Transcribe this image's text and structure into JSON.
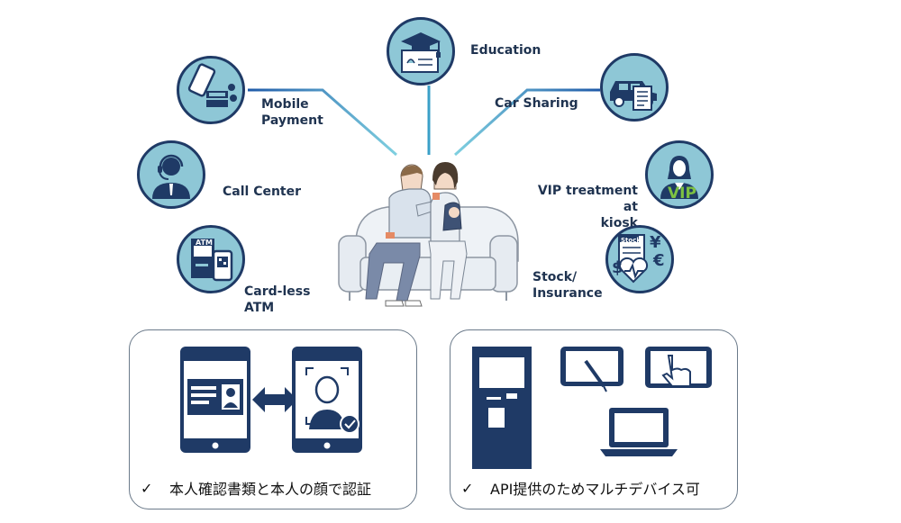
{
  "labels": {
    "education": "Education",
    "mobile_payment_l1": "Mobile",
    "mobile_payment_l2": "Payment",
    "car_sharing": "Car Sharing",
    "call_center": "Call Center",
    "vip_l1": "VIP treatment at",
    "vip_l2": "kiosk",
    "atm_l1": "Card-less",
    "atm_l2": "ATM",
    "stock_l1": "Stock/",
    "stock_l2": "Insurance"
  },
  "icon_text": {
    "atm_sign": "ATM",
    "vip_sign": "VIP",
    "stock_sign": "Stock",
    "yen": "¥",
    "euro": "€",
    "dollar": "$"
  },
  "captions": {
    "check": "✓",
    "left": "本人確認書類と本人の顔で認証",
    "right": "API提供のためマルチデバイス可"
  },
  "colors": {
    "navy": "#1f3a66",
    "circle_fill": "#8ec7d6",
    "line_blue": "#3aa0c8",
    "vip_green": "#7dc142"
  }
}
